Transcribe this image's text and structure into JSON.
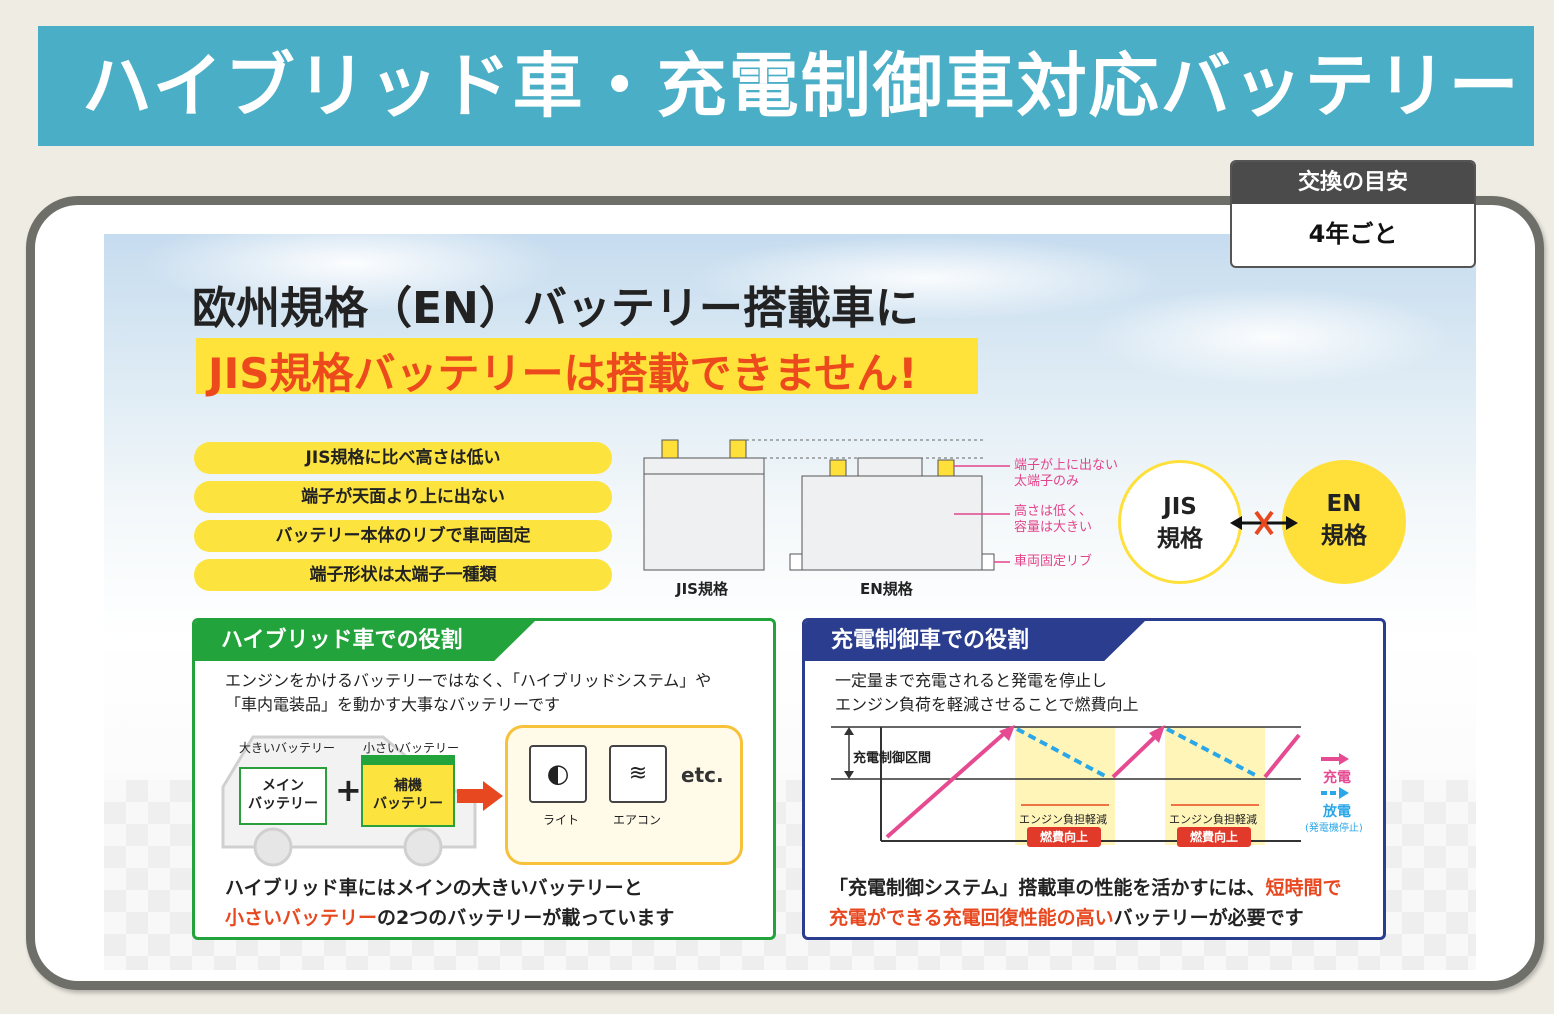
{
  "title": "ハイブリッド車・充電制御車対応バッテリー",
  "replacement": {
    "label": "交換の目安",
    "value": "4年ごと"
  },
  "info": {
    "heading_line1": "欧州規格（EN）バッテリー搭載車に",
    "heading_line2": "JIS規格バッテリーは搭載できません!",
    "features": [
      "JIS規格に比べ高さは低い",
      "端子が天面より上に出ない",
      "バッテリー本体のリブで車両固定",
      "端子形状は太端子一種類"
    ],
    "diagram": {
      "jis_caption": "JIS規格",
      "en_caption": "EN規格",
      "annotations": [
        [
          "端子が上に出ない",
          "太端子のみ"
        ],
        [
          "高さは低く、",
          "容量は大きい"
        ],
        [
          "車両固定リブ"
        ]
      ]
    },
    "compare": {
      "jis": [
        "JIS",
        "規格"
      ],
      "en": [
        "EN",
        "規格"
      ]
    },
    "hybrid": {
      "title": "ハイブリッド車での役割",
      "desc": [
        "エンジンをかけるバッテリーではなく、「ハイブリッドシステム」や",
        "「車内電装品」を動かす大事なバッテリーです"
      ],
      "big_label": "大きいバッテリー",
      "small_label": "小さいバッテリー",
      "main_battery": [
        "メイン",
        "バッテリー"
      ],
      "aux_battery": [
        "補機",
        "バッテリー"
      ],
      "light_label": "ライト",
      "ac_label": "エアコン",
      "etc": "etc.",
      "foot_line1": "ハイブリッド車にはメインの大きいバッテリーと",
      "foot_line2_red": "小さいバッテリー",
      "foot_line2_rest": "の2つのバッテリーが載っています"
    },
    "charge": {
      "title": "充電制御車での役割",
      "desc": [
        "一定量まで充電されると発電を停止し",
        "エンジン負荷を軽減させることで燃費向上"
      ],
      "range_label": "充電制御区間",
      "load_label": "エンジン負担軽減",
      "fuel_label": "燃費向上",
      "legend_charge": "充電",
      "legend_discharge": "放電",
      "legend_note": "(発電機停止)",
      "foot_line1_black": "「充電制御システム」搭載車の性能を活かすには、",
      "foot_line1_red": "短時間で",
      "foot_line2_red1": "充電",
      "foot_line2_black1": "が",
      "foot_line2_red2": "できる充電回復性能の高い",
      "foot_line2_black2": "バッテリーが必要です"
    }
  }
}
